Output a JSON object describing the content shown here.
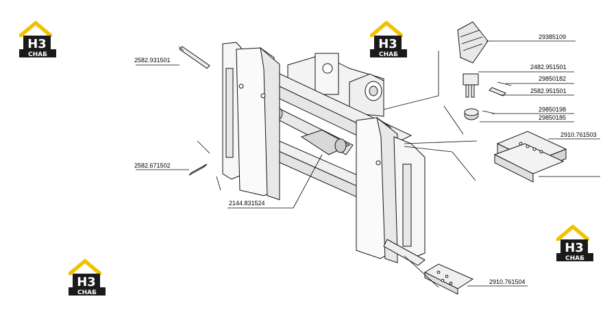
{
  "logo": {
    "main_text": "H3",
    "sub_text": "СНАБ",
    "colors": {
      "roof": "#f2c200",
      "body": "#1a1a1a",
      "text": "#ffffff",
      "accent": "#f2c200"
    }
  },
  "part_labels": [
    "2582.931501",
    "2582.671502",
    "2144.831524",
    "29385109",
    "2482.951501",
    "29850182",
    "2582.951501",
    "29850198",
    "29850185",
    "2910.761503",
    "2910.761504"
  ]
}
